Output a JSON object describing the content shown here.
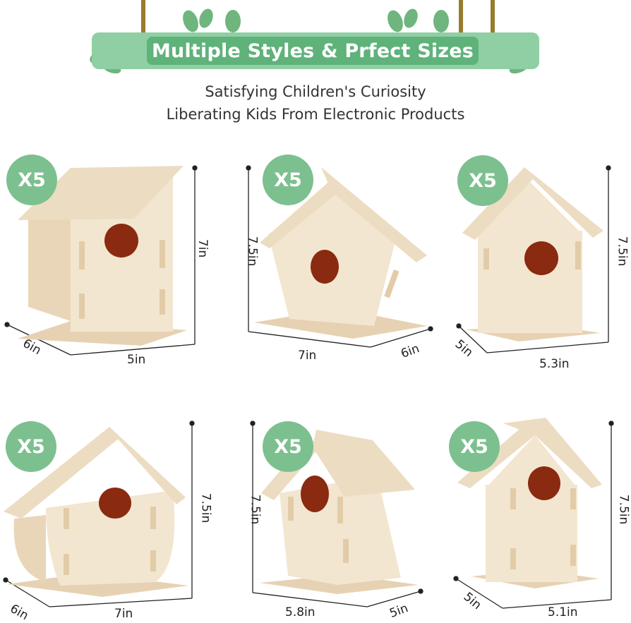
{
  "banner": {
    "title": "Multiple Styles & Prfect Sizes"
  },
  "subtitle": {
    "line1": "Satisfying Children's Curiosity",
    "line2": "Liberating Kids From Electronic Products"
  },
  "houses": [
    {
      "badge": "X5",
      "height": "7in",
      "depth": "6in",
      "width": "5in"
    },
    {
      "badge": "X5",
      "height": "7.5in",
      "depth": "6in",
      "width": "7in"
    },
    {
      "badge": "X5",
      "height": "7.5in",
      "depth": "5in",
      "width": "5.3in"
    },
    {
      "badge": "X5",
      "height": "7.5in",
      "depth": "6in",
      "width": "7in"
    },
    {
      "badge": "X5",
      "height": "7.5in",
      "depth": "5in",
      "width": "5.8in"
    },
    {
      "badge": "X5",
      "height": "7.5in",
      "depth": "5in",
      "width": "5.1in"
    }
  ],
  "colors": {
    "badge": "#7cc08f",
    "banner": "#8fcfa3",
    "wood": "#f1e3cc",
    "hole": "#8a2a10"
  }
}
